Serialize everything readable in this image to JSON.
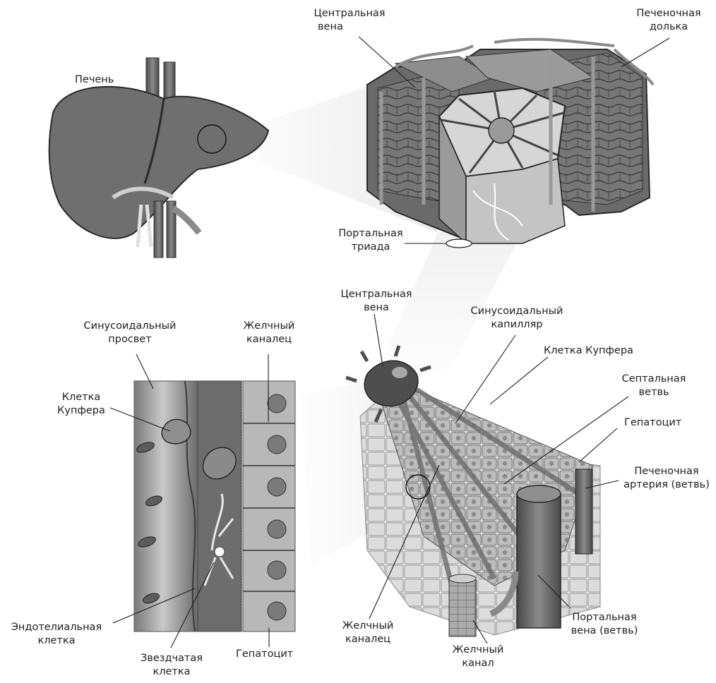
{
  "labels": {
    "liver": "Печень",
    "central_vein_top": [
      "Центральная",
      "вена"
    ],
    "hepatic_lobule": [
      "Печеночная",
      "долька"
    ],
    "portal_triad": [
      "Портальная",
      "триада"
    ],
    "central_vein_mid": [
      "Центральная",
      "вена"
    ],
    "sinusoidal_capillary": [
      "Синусоидальный",
      "капилляр"
    ],
    "kupffer_right": "Клетка Купфера",
    "septal_branch": [
      "Септальная",
      "ветвь"
    ],
    "hepatocyte_right": "Гепатоцит",
    "hepatic_artery": [
      "Печеночная",
      "артерия (ветвь)"
    ],
    "portal_vein": [
      "Портальная",
      "вена (ветвь)"
    ],
    "bile_duct": [
      "Желчный",
      "канал"
    ],
    "bile_canaliculus_bottom": [
      "Желчный",
      "каналец"
    ],
    "sinusoidal_lumen": [
      "Синусоидальный",
      "просвет"
    ],
    "bile_canaliculus_left": [
      "Желчный",
      "каналец"
    ],
    "kupffer_left": [
      "Клетка",
      "Купфера"
    ],
    "endothelial_cell": [
      "Эндотелиальная",
      "клетка"
    ],
    "stellate_cell": [
      "Звездчатая",
      "клетка"
    ],
    "hepatocyte_left": "Гепатоцит"
  },
  "colors": {
    "ink": "#1e1e1e",
    "liver_fill": "#6f6f6f",
    "tissue_dark": "#5a5a5a",
    "tissue_mid": "#9a9a9a",
    "tissue_light": "#cfcfcf",
    "halo": "#e6e6e6"
  }
}
